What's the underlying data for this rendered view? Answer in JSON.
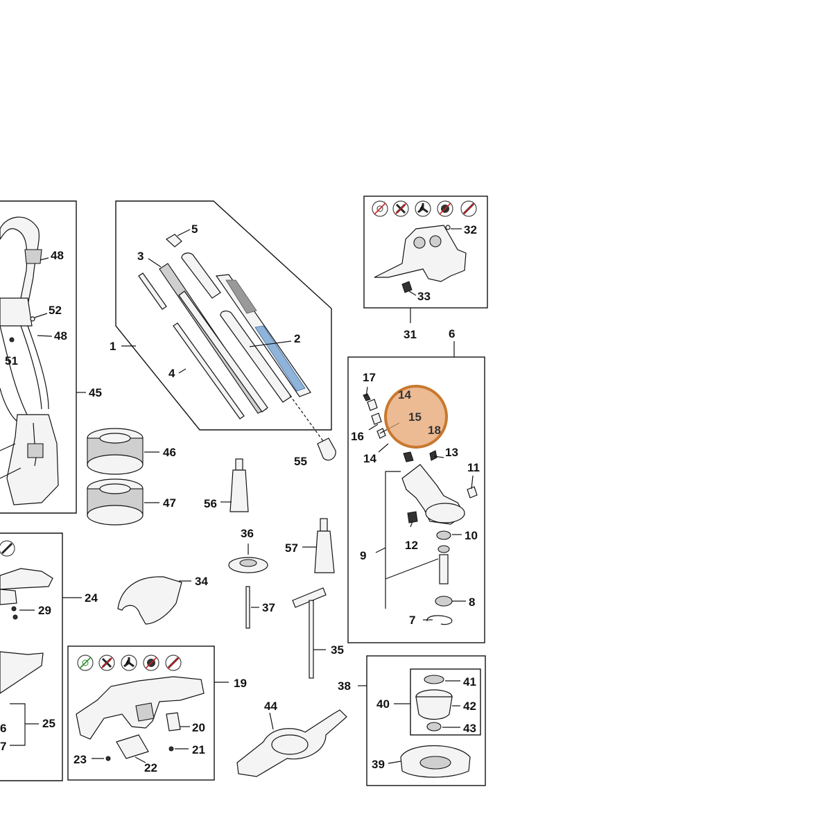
{
  "diagram": {
    "highlight": {
      "color": "#e5a06a",
      "stroke": "#c8782e",
      "labels": [
        "14",
        "15",
        "18"
      ]
    },
    "callouts": {
      "c1": "1",
      "c2": "2",
      "c3": "3",
      "c4": "4",
      "c5": "5",
      "c6": "6",
      "c7": "7",
      "c8": "8",
      "c9": "9",
      "c10": "10",
      "c11": "11",
      "c12": "12",
      "c13": "13",
      "c14a": "14",
      "c14b": "14",
      "c15": "15",
      "c16": "16",
      "c17": "17",
      "c18": "18",
      "c19": "19",
      "c20": "20",
      "c21": "21",
      "c22": "22",
      "c23": "23",
      "c24": "24",
      "c25": "25",
      "c26": "6",
      "c27": "7",
      "c29": "29",
      "c31": "31",
      "c32": "32",
      "c33": "33",
      "c34": "34",
      "c35": "35",
      "c36": "36",
      "c37": "37",
      "c38": "38",
      "c39": "39",
      "c40": "40",
      "c41": "41",
      "c42": "42",
      "c43": "43",
      "c44": "44",
      "c45": "45",
      "c46": "46",
      "c47": "47",
      "c48a": "48",
      "c48b": "48",
      "c51": "51",
      "c52": "52",
      "c55": "55",
      "c56": "56",
      "c57": "57"
    },
    "icons": [
      "trimmer-head-icon",
      "blade-4-tooth-icon",
      "blade-3-tooth-icon",
      "saw-blade-icon",
      "blade-2-tooth-icon"
    ]
  }
}
